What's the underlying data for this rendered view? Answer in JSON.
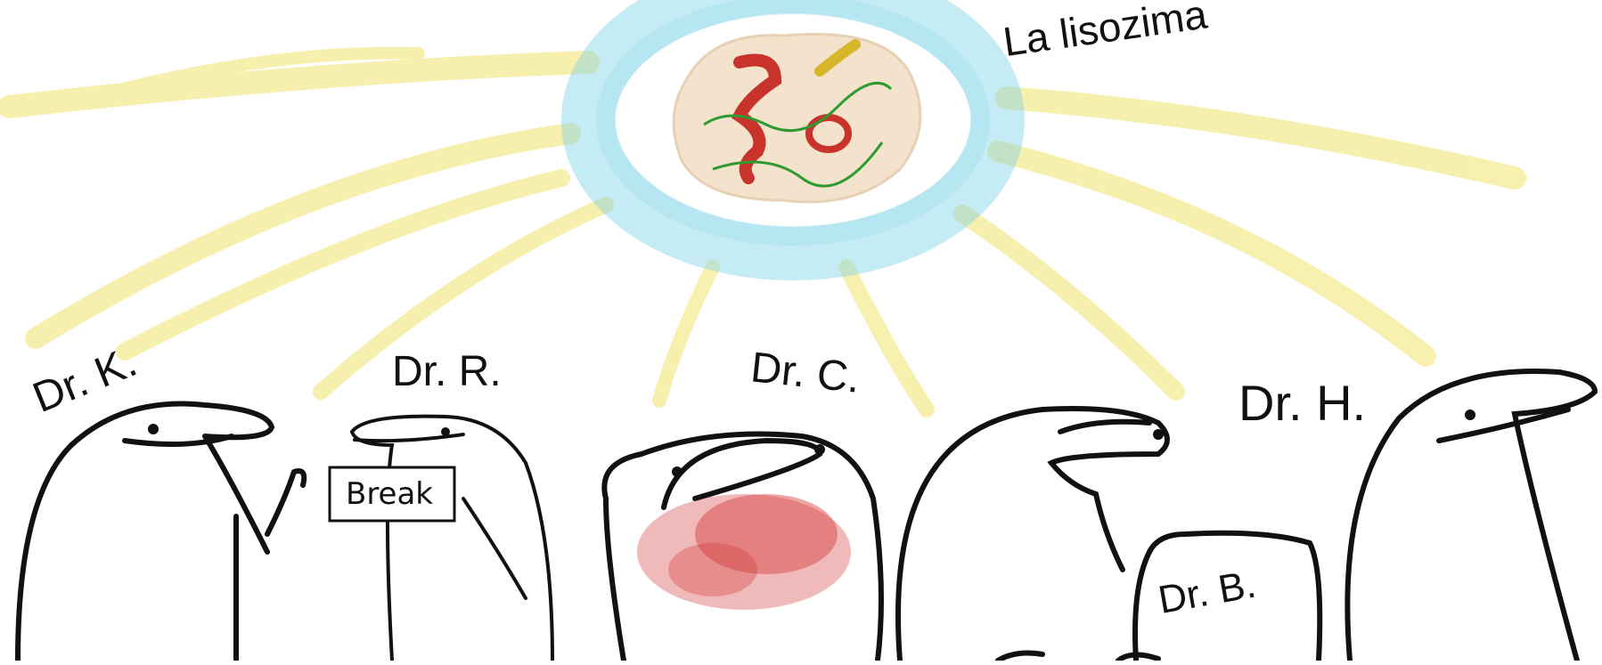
{
  "colors": {
    "background": "#ffffff",
    "ink": "#111111",
    "glow_yellow": "#f1e36b",
    "glow_cyan": "#7fd3e6",
    "protein_surface": "#f3e2cc",
    "helix_red": "#c8342c",
    "sheet_yellow": "#d8b62a",
    "loop_green": "#2f9a2f",
    "sample_red": "#d43a3a"
  },
  "title": "La lisozima",
  "characters": [
    {
      "id": "k",
      "label": "Dr. K.",
      "pose": "thumbs-up"
    },
    {
      "id": "r",
      "label": "Dr. R.",
      "pose": "holding-sign",
      "sign": "Break"
    },
    {
      "id": "c",
      "label": "Dr. C.",
      "pose": "covered-in-protein"
    },
    {
      "id": "b",
      "label": "Dr. B.",
      "pose": "small-in-front"
    },
    {
      "id": "h",
      "label": "Dr. H.",
      "pose": "standing"
    }
  ]
}
